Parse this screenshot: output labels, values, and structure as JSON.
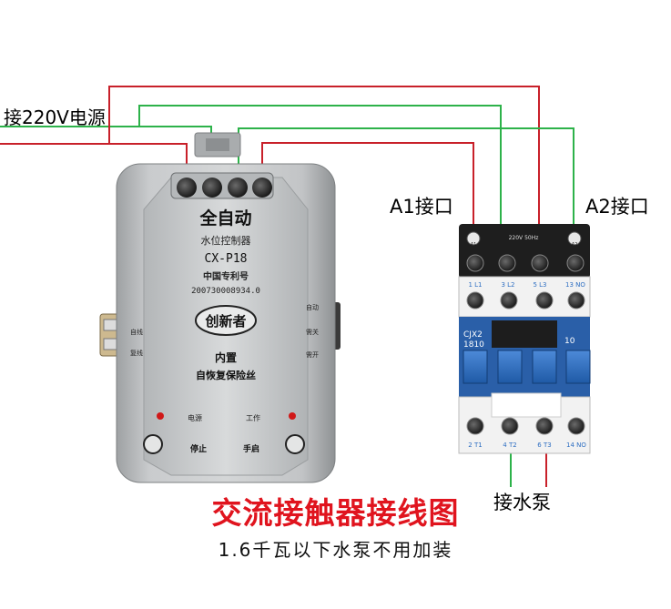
{
  "labels": {
    "power_input": "接220V电源",
    "a1_port": "A1接口",
    "a2_port": "A2接口",
    "pump_output": "接水泵"
  },
  "controller": {
    "brand_title": "全自动",
    "product_name": "水位控制器",
    "model": "CX-P18",
    "patent_label": "中国专利号",
    "patent_number": "200730008934.0",
    "logo_text": "创新者",
    "side_left_top": "自线",
    "side_left_bottom": "复线",
    "side_right_top": "自动",
    "side_right_mid": "需关",
    "side_right_bottom": "需开",
    "built_in_label": "内置",
    "fuse_label": "自恢复保险丝",
    "power_indicator": "电源",
    "work_indicator": "工作",
    "stop_button": "停止",
    "start_button": "手启"
  },
  "contactor": {
    "rating": "220V 50Hz",
    "model_line1": "CJX2",
    "model_line2": "1810",
    "rating_small": "10",
    "top_terminals": [
      "1 L1",
      "3 L2",
      "5 L3",
      "13 NO"
    ],
    "bottom_terminals": [
      "2 T1",
      "4 T2",
      "6 T3",
      "14 NO"
    ],
    "coil_a1": "A1",
    "coil_a2": "A2"
  },
  "caption": {
    "title": "交流接触器接线图",
    "subtitle": "1.6千瓦以下水泵不用加装"
  },
  "colors": {
    "red_wire": "#c8202a",
    "green_wire": "#2db24a",
    "title_red": "#e0141e",
    "controller_body": "#b9bcbe",
    "contactor_blue": "#2f6fc2"
  }
}
